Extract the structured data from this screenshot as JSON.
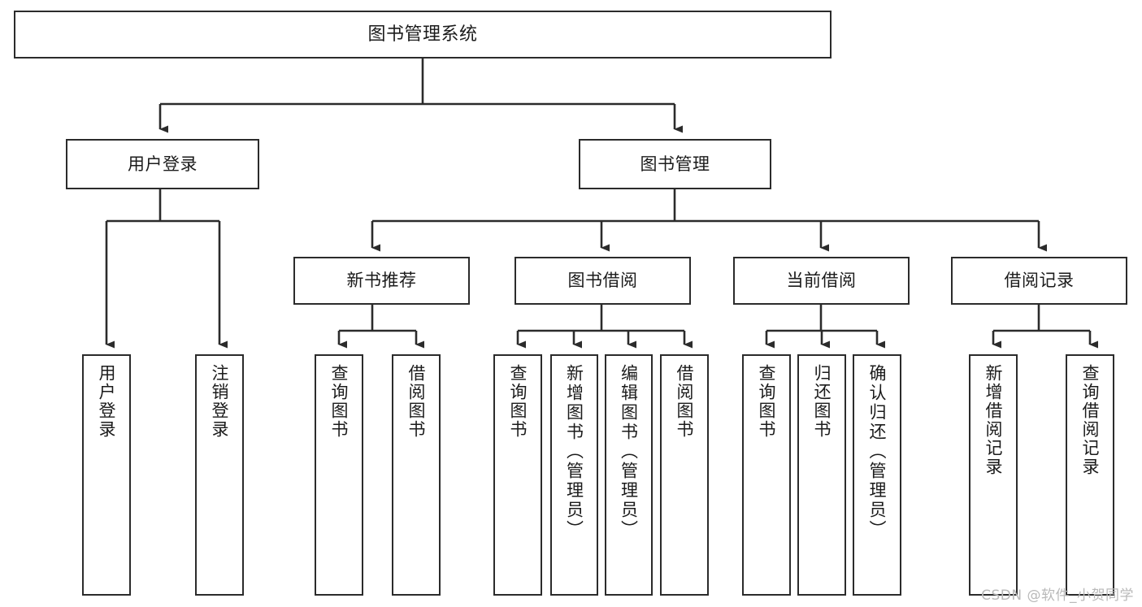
{
  "diagram": {
    "type": "tree",
    "title": "图书管理系统",
    "watermark": "CSDN @软件_小贺同学",
    "stroke_color": "#2b2b2b",
    "background_color": "#ffffff",
    "text_color": "#1b1b1b",
    "watermark_color": "#b9b9b9"
  },
  "nodes": {
    "root": {
      "label": "图书管理系统",
      "level": 0
    },
    "level1": [
      {
        "id": "user-login",
        "label": "用户登录"
      },
      {
        "id": "book-manage",
        "label": "图书管理"
      }
    ],
    "level2": [
      {
        "id": "new-book-recommend",
        "label": "新书推荐",
        "parent": "book-manage"
      },
      {
        "id": "book-borrow",
        "label": "图书借阅",
        "parent": "book-manage"
      },
      {
        "id": "current-borrow",
        "label": "当前借阅",
        "parent": "book-manage"
      },
      {
        "id": "borrow-record",
        "label": "借阅记录",
        "parent": "book-manage"
      }
    ],
    "leaves": [
      {
        "id": "leaf-user-login",
        "label": "用户登录",
        "parent": "user-login"
      },
      {
        "id": "leaf-logout",
        "label": "注销登录",
        "parent": "user-login"
      },
      {
        "id": "leaf-query-book-1",
        "label": "查询图书",
        "parent": "new-book-recommend"
      },
      {
        "id": "leaf-borrow-book-1",
        "label": "借阅图书",
        "parent": "new-book-recommend"
      },
      {
        "id": "leaf-query-book-2",
        "label": "查询图书",
        "parent": "book-borrow"
      },
      {
        "id": "leaf-add-book",
        "label": "新增图书（管理员）",
        "parent": "book-borrow"
      },
      {
        "id": "leaf-edit-book",
        "label": "编辑图书（管理员）",
        "parent": "book-borrow"
      },
      {
        "id": "leaf-borrow-book-2",
        "label": "借阅图书",
        "parent": "book-borrow"
      },
      {
        "id": "leaf-query-book-3",
        "label": "查询图书",
        "parent": "current-borrow"
      },
      {
        "id": "leaf-return-book",
        "label": "归还图书",
        "parent": "current-borrow"
      },
      {
        "id": "leaf-confirm-return",
        "label": "确认归还（管理员）",
        "parent": "current-borrow"
      },
      {
        "id": "leaf-add-record",
        "label": "新增借阅记录",
        "parent": "borrow-record"
      },
      {
        "id": "leaf-query-record",
        "label": "查询借阅记录",
        "parent": "borrow-record"
      }
    ]
  }
}
